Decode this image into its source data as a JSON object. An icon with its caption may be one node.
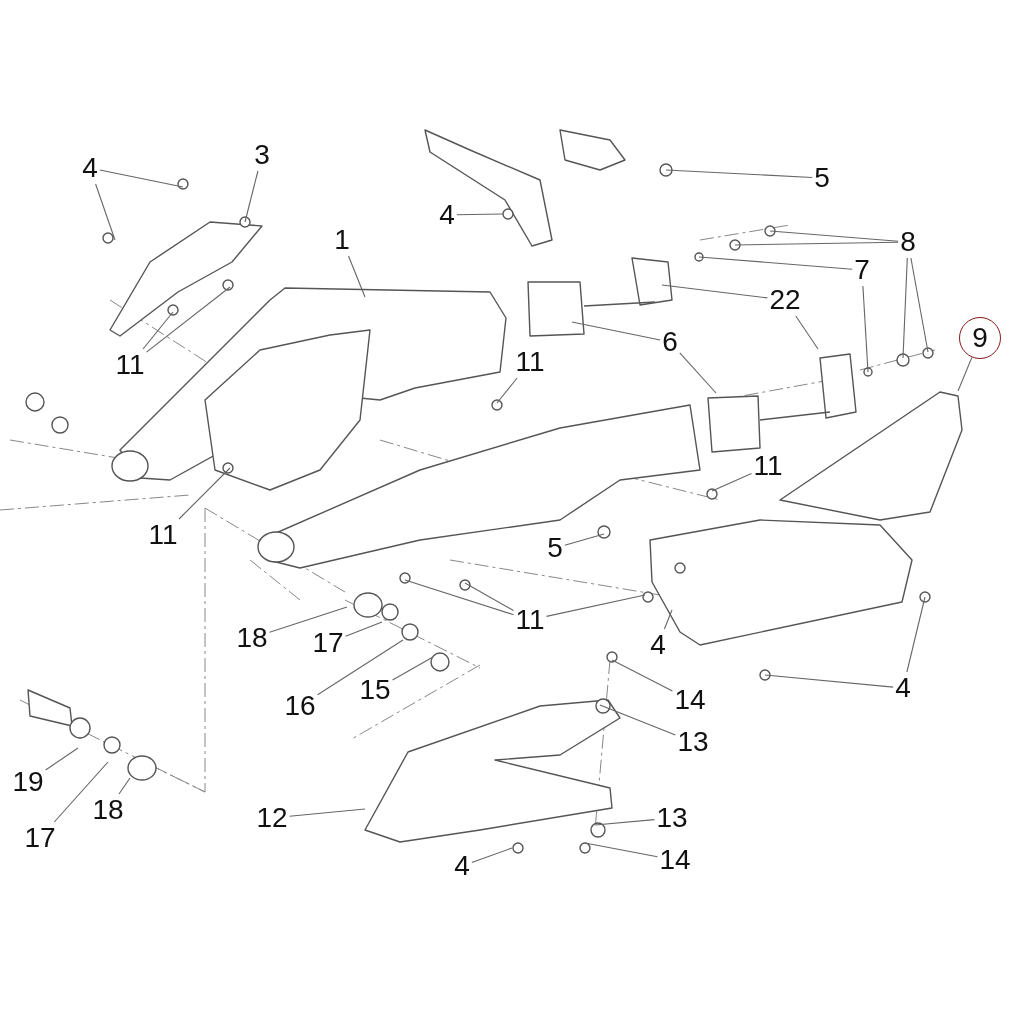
{
  "diagram": {
    "nodes": [
      {
        "text": [
          "4"
        ]
      },
      {
        "text": [
          "3"
        ]
      },
      {
        "text": [
          "5"
        ]
      },
      {
        "text": [
          "4"
        ]
      },
      {
        "text": [
          "1"
        ]
      },
      {
        "text": [
          "8"
        ]
      },
      {
        "text": [
          "7"
        ]
      },
      {
        "text": [
          "22"
        ]
      },
      {
        "text": [
          "9"
        ]
      },
      {
        "text": [
          "6"
        ]
      },
      {
        "text": [
          "11"
        ]
      },
      {
        "text": [
          "11"
        ]
      },
      {
        "text": [
          "11"
        ]
      },
      {
        "text": [
          "11"
        ]
      },
      {
        "text": [
          "5"
        ]
      },
      {
        "text": [
          "11"
        ]
      },
      {
        "text": [
          "18"
        ]
      },
      {
        "text": [
          "17"
        ]
      },
      {
        "text": [
          "4"
        ]
      },
      {
        "text": [
          "15"
        ]
      },
      {
        "text": [
          "4"
        ]
      },
      {
        "text": [
          "14"
        ]
      },
      {
        "text": [
          "16"
        ]
      },
      {
        "text": [
          "13"
        ]
      },
      {
        "text": [
          "19"
        ]
      },
      {
        "text": [
          "18"
        ]
      },
      {
        "text": [
          "12"
        ]
      },
      {
        "text": [
          "13"
        ]
      },
      {
        "text": [
          "17"
        ]
      },
      {
        "text": [
          "14"
        ]
      },
      {
        "text": [
          "4"
        ]
      }
    ],
    "edges": [
      {
        "from": 0,
        "to": null,
        "arrow": "none"
      },
      {
        "from": 0,
        "to": null,
        "arrow": "none"
      },
      {
        "from": 1,
        "to": null,
        "arrow": "none"
      },
      {
        "from": 2,
        "to": null,
        "arrow": "none"
      },
      {
        "from": 3,
        "to": null,
        "arrow": "none"
      },
      {
        "from": 4,
        "to": null,
        "arrow": "none"
      },
      {
        "from": 5,
        "to": null,
        "arrow": "none"
      },
      {
        "from": 5,
        "to": null,
        "arrow": "none"
      },
      {
        "from": 5,
        "to": null,
        "arrow": "none"
      },
      {
        "from": 5,
        "to": null,
        "arrow": "none"
      },
      {
        "from": 6,
        "to": null,
        "arrow": "none"
      },
      {
        "from": 6,
        "to": null,
        "arrow": "none"
      },
      {
        "from": 7,
        "to": null,
        "arrow": "none"
      },
      {
        "from": 7,
        "to": null,
        "arrow": "none"
      },
      {
        "from": 8,
        "to": null,
        "arrow": "none"
      },
      {
        "from": 9,
        "to": null,
        "arrow": "none"
      },
      {
        "from": 9,
        "to": null,
        "arrow": "none"
      },
      {
        "from": 10,
        "to": null,
        "arrow": "none"
      },
      {
        "from": 10,
        "to": null,
        "arrow": "none"
      },
      {
        "from": 11,
        "to": null,
        "arrow": "none"
      },
      {
        "from": 12,
        "to": null,
        "arrow": "none"
      },
      {
        "from": 13,
        "to": null,
        "arrow": "none"
      },
      {
        "from": 14,
        "to": null,
        "arrow": "none"
      },
      {
        "from": 15,
        "to": null,
        "arrow": "none"
      },
      {
        "from": 15,
        "to": null,
        "arrow": "none"
      },
      {
        "from": 15,
        "to": null,
        "arrow": "none"
      },
      {
        "from": 16,
        "to": null,
        "arrow": "none"
      },
      {
        "from": 17,
        "to": null,
        "arrow": "none"
      },
      {
        "from": 18,
        "to": null,
        "arrow": "none"
      },
      {
        "from": 19,
        "to": null,
        "arrow": "none"
      },
      {
        "from": 20,
        "to": null,
        "arrow": "none"
      },
      {
        "from": 20,
        "to": null,
        "arrow": "none"
      },
      {
        "from": 21,
        "to": null,
        "arrow": "none"
      },
      {
        "from": 22,
        "to": null,
        "arrow": "none"
      },
      {
        "from": 23,
        "to": null,
        "arrow": "none"
      },
      {
        "from": 24,
        "to": null,
        "arrow": "none"
      },
      {
        "from": 25,
        "to": null,
        "arrow": "none"
      },
      {
        "from": 26,
        "to": null,
        "arrow": "none"
      },
      {
        "from": 27,
        "to": null,
        "arrow": "none"
      },
      {
        "from": 28,
        "to": null,
        "arrow": "none"
      },
      {
        "from": 29,
        "to": null,
        "arrow": "none"
      },
      {
        "from": 30,
        "to": null,
        "arrow": "none"
      }
    ]
  }
}
